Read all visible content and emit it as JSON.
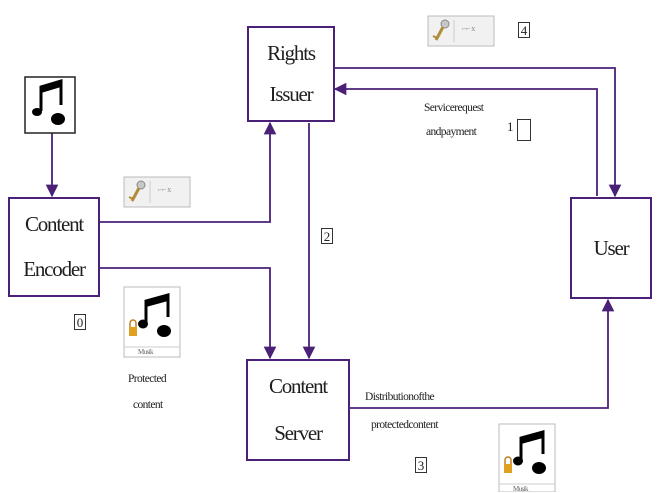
{
  "boxes": {
    "rights_issuer": {
      "line1": "Rights",
      "line2": "Issuer"
    },
    "content_encoder": {
      "line1": "Content",
      "line2": "Encoder"
    },
    "content_server": {
      "line1": "Content",
      "line2": "Server"
    },
    "user": {
      "line1": "User"
    }
  },
  "labels": {
    "service_request_1": "Servicerequest",
    "service_request_2": "andpayment",
    "protected_content_1": "Protected",
    "protected_content_2": "content",
    "distribution_1": "Distributionofthe",
    "distribution_2": "protectedcontent"
  },
  "step_numbers": {
    "n0": "0",
    "n1": "1",
    "n2": "2",
    "n3": "3",
    "n4": "4"
  },
  "key_text": "⌐⌐ x",
  "locked_card_text": "Musik",
  "colors": {
    "line": "#4b2178",
    "box_border": "#4b2178"
  },
  "icons": [
    "music-note-icon",
    "key-license-icon",
    "locked-music-icon"
  ]
}
